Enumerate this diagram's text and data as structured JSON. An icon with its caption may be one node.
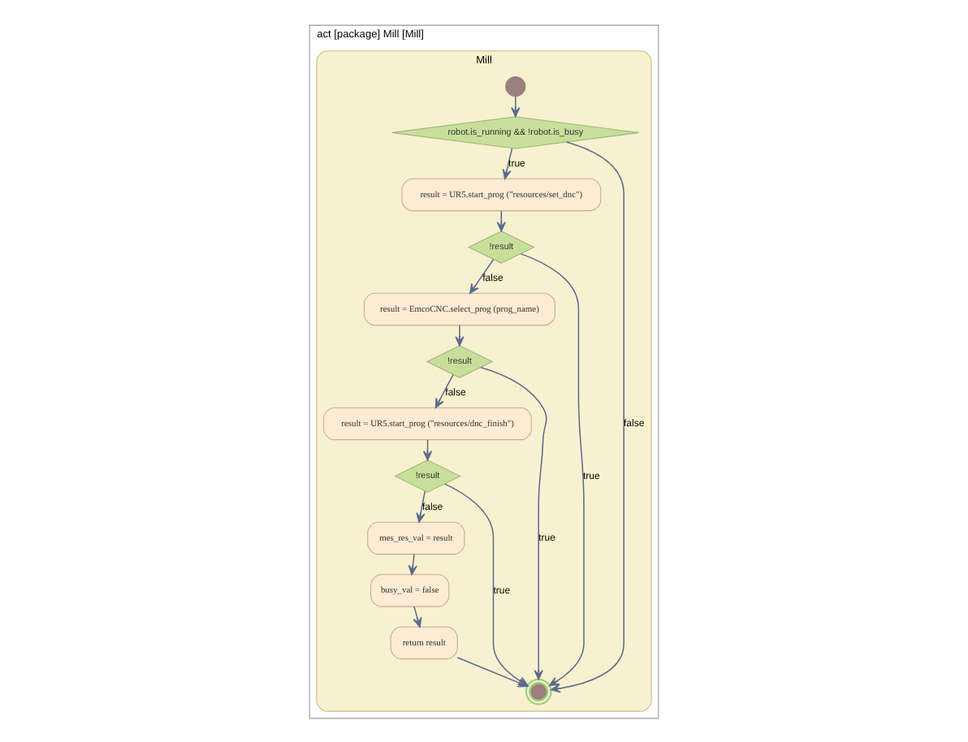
{
  "diagram": {
    "nodes": [
      {
        "text": [
          "act [package] Mill [Mill]"
        ]
      },
      {
        "text": [
          "Mill"
        ],
        "in": 0
      },
      {
        "text": [],
        "shape": "circle",
        "in": 1
      },
      {
        "text": [
          "robot.is_running && !robot.is_busy"
        ],
        "in": 1
      },
      {
        "text": [
          "result = UR5.start_prog (\"resources/set_dnc\")"
        ],
        "in": 1
      },
      {
        "text": [
          "!result"
        ],
        "in": 1
      },
      {
        "text": [
          "result = EmcoCNC.select_prog (prog_name)"
        ],
        "in": 1
      },
      {
        "text": [
          "!result"
        ],
        "in": 1
      },
      {
        "text": [
          "result = UR5.start_prog (\"resources/dnc_finish\")"
        ],
        "in": 1
      },
      {
        "text": [
          "!result"
        ],
        "in": 1
      },
      {
        "text": [
          "mes_res_val = result"
        ],
        "in": 1
      },
      {
        "text": [
          "busy_val = false"
        ],
        "in": 1
      },
      {
        "text": [
          "return result"
        ],
        "in": 1
      },
      {
        "text": [],
        "shape": "circle",
        "in": 1
      }
    ],
    "edges": [
      {
        "from": 2,
        "to": 3,
        "arrow": "to"
      },
      {
        "from": 3,
        "to": 13,
        "arrow": "to",
        "label": "false"
      },
      {
        "from": 3,
        "to": 4,
        "arrow": "to",
        "label": "true"
      },
      {
        "from": 4,
        "to": 5,
        "arrow": "to"
      },
      {
        "from": 5,
        "to": 13,
        "arrow": "to",
        "label": "true"
      },
      {
        "from": 5,
        "to": 6,
        "arrow": "to",
        "label": "false"
      },
      {
        "from": 6,
        "to": 7,
        "arrow": "to"
      },
      {
        "from": 7,
        "to": 13,
        "arrow": "to",
        "label": "true"
      },
      {
        "from": 7,
        "to": 8,
        "arrow": "to",
        "label": "false"
      },
      {
        "from": 8,
        "to": 9,
        "arrow": "to"
      },
      {
        "from": 9,
        "to": 13,
        "arrow": "to",
        "label": "true"
      },
      {
        "from": 9,
        "to": 10,
        "arrow": "to",
        "label": "false"
      },
      {
        "from": 10,
        "to": 11,
        "arrow": "to"
      },
      {
        "from": 11,
        "to": 12,
        "arrow": "to"
      },
      {
        "from": 12,
        "to": 13,
        "arrow": "to"
      }
    ]
  }
}
